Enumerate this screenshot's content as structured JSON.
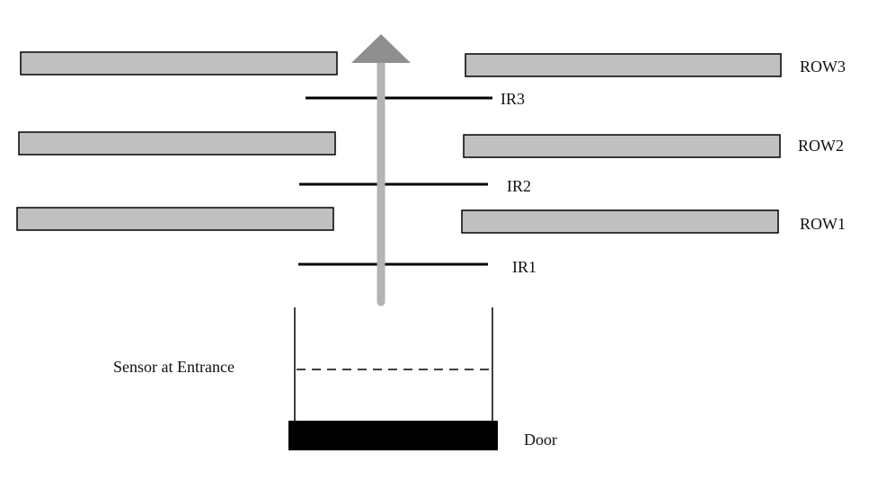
{
  "rows": [
    {
      "label": "ROW3"
    },
    {
      "label": "ROW2"
    },
    {
      "label": "ROW1"
    }
  ],
  "sensors": [
    {
      "label": "IR3"
    },
    {
      "label": "IR2"
    },
    {
      "label": "IR1"
    }
  ],
  "entrance_sensor": {
    "label": "Sensor at Entrance"
  },
  "door": {
    "label": "Door"
  },
  "colors": {
    "seat_fill": "#c0c0c0",
    "stroke": "#000000",
    "arrow": "#b3b3b3",
    "door": "#000000"
  },
  "icons": {
    "arrow": "up-arrow-icon"
  }
}
